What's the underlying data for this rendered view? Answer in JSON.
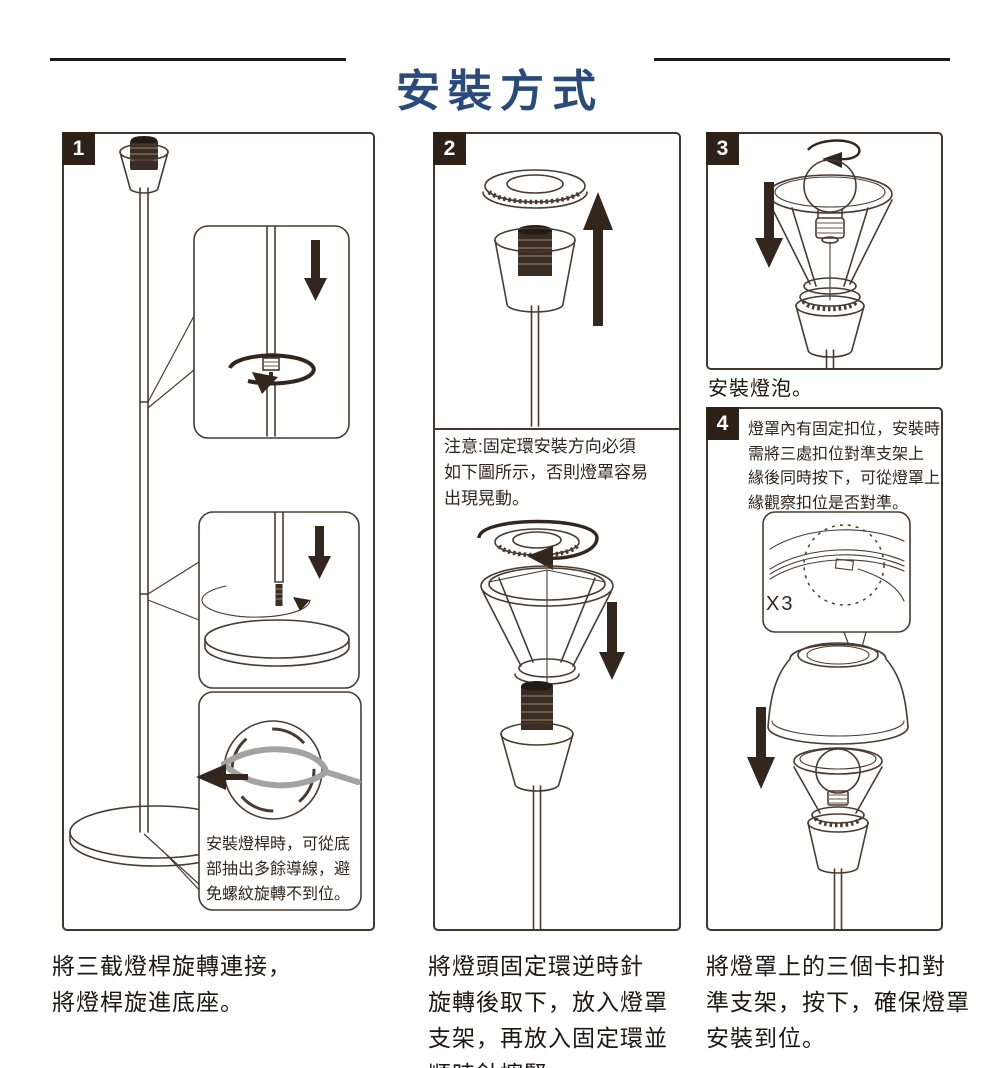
{
  "title": "安裝方式",
  "steps": [
    {
      "number": "1",
      "note": "安裝燈桿時，可從底\n部抽出多餘導線，避\n免螺紋旋轉不到位。",
      "caption": "將三截燈桿旋轉連接，\n將燈桿旋進底座。"
    },
    {
      "number": "2",
      "note": "注意:固定環安裝方向必須\n如下圖所示，否則燈罩容易\n出現晃動。",
      "caption": "將燈頭固定環逆時針\n旋轉後取下，放入燈罩\n支架，再放入固定環並\n順時針擰緊。"
    },
    {
      "number": "3",
      "caption": "安裝燈泡。"
    },
    {
      "number": "4",
      "instruction": "燈罩內有固定扣位，安裝時\n需將三處扣位對準支架上\n緣後同時按下，可從燈罩上\n緣觀察扣位是否對準。",
      "clip_count": "X3",
      "caption": "將燈罩上的三個卡扣對\n準支架，按下，確保燈罩\n安裝到位。"
    }
  ],
  "icons": {
    "down_arrow": "▼",
    "up_arrow": "▲",
    "rotate_arrow": "↻",
    "pull_out_arrow": "◀"
  },
  "colors": {
    "title": "#2b4a7c",
    "line_art": "#4a3b31",
    "badge_bg": "#2e2118",
    "arrow": "#33271d",
    "cable": "#a3a3a3"
  }
}
